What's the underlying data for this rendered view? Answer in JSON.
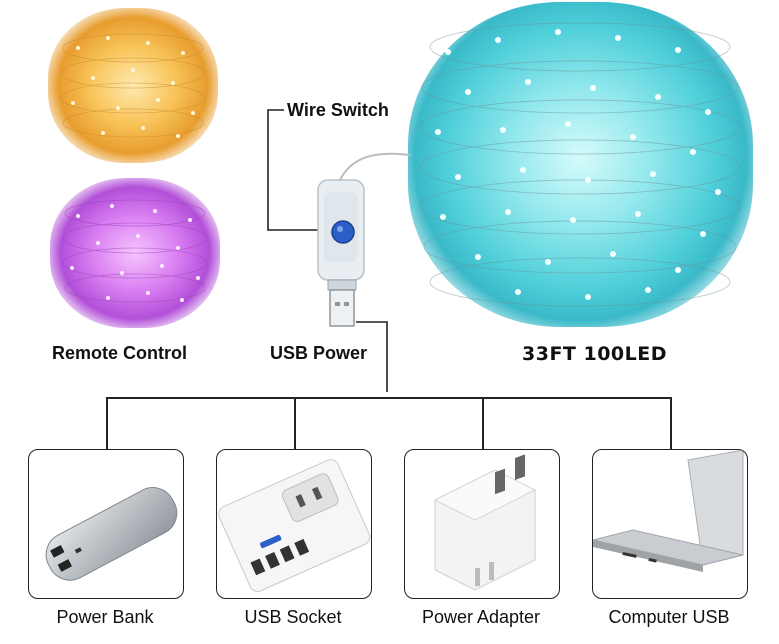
{
  "labels": {
    "wire_switch": "Wire Switch",
    "remote_control": "Remote Control",
    "usb_power": "USB Power",
    "spec": "33FT 100LED"
  },
  "power_options": [
    {
      "caption": "Power Bank",
      "icon": "power-bank-icon"
    },
    {
      "caption": "USB Socket",
      "icon": "usb-socket-icon"
    },
    {
      "caption": "Power Adapter",
      "icon": "power-adapter-icon"
    },
    {
      "caption": "Computer USB",
      "icon": "laptop-icon"
    }
  ],
  "colors": {
    "warm_white": "#f0a832",
    "purple": "#c65be6",
    "cyan": "#4fd3dc",
    "switch_button": "#2d5fc8",
    "line": "#222222"
  }
}
